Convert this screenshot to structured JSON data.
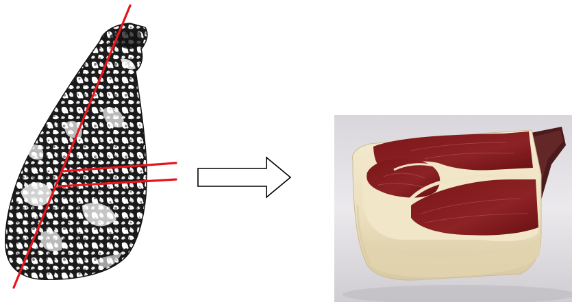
{
  "figure": {
    "left_panel": {
      "subject": "whole-ham-silhouette",
      "cut_line_color": "#e8141c"
    },
    "arrow": {
      "direction": "right",
      "fill": "#ffffff",
      "stroke": "#000000"
    },
    "right_panel": {
      "subject": "ham-cross-section-block",
      "background": "#e6e2e6"
    }
  }
}
